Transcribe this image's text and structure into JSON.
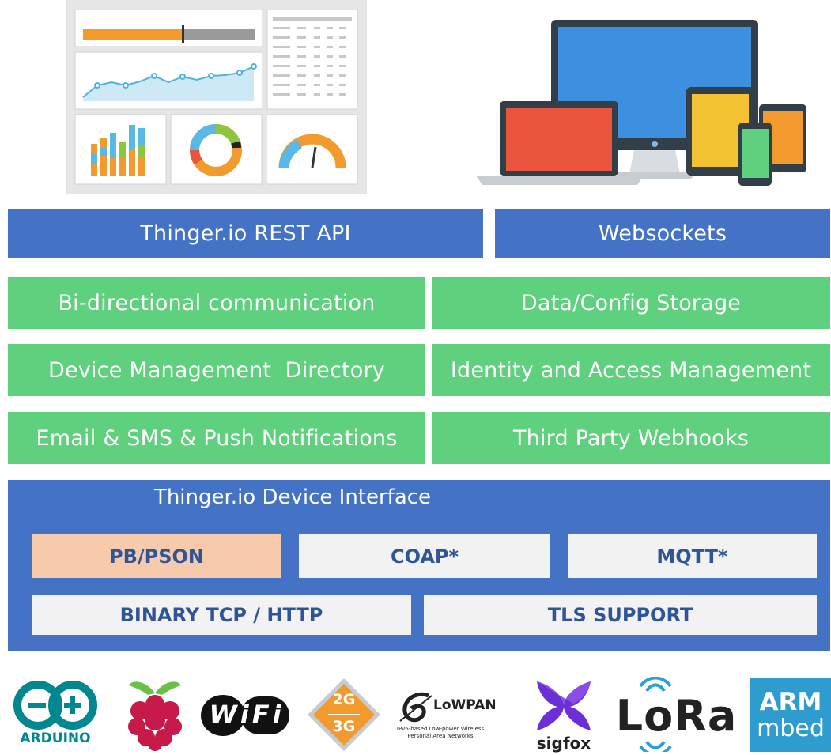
{
  "top": {
    "dashboard_icon": "dashboard-illustration",
    "devices_icon": "devices-illustration"
  },
  "apis": {
    "rest": "Thinger.io REST API",
    "websockets": "Websockets"
  },
  "services": {
    "bidirectional": "Bi-directional communication",
    "storage": "Data/Config Storage",
    "device_mgmt": "Device Management  Directory",
    "identity": "Identity and Access Management",
    "notifications": "Email & SMS & Push Notifications",
    "webhooks": "Third Party Webhooks"
  },
  "device_interface": {
    "title": "Thinger.io Device Interface",
    "pb_pson": "PB/PSON",
    "coap": "COAP*",
    "mqtt": "MQTT*",
    "binary": "BINARY TCP / HTTP",
    "tls": "TLS SUPPORT"
  },
  "logos": {
    "arduino": "ARDUINO",
    "raspberry": "raspberry-pi-logo",
    "wifi": "WiFi",
    "cellular_2g": "2G",
    "cellular_3g": "3G",
    "lowpan": "LoWPAN",
    "lowpan_sub": "IPv6-based Low-power Wireless Personal Area Networks",
    "sigfox": "sigfox",
    "lora": "LoRa",
    "arm": "ARM",
    "mbed": "mbed"
  },
  "colors": {
    "blue": "#4472c4",
    "green": "#5fd07d",
    "peach": "#f7caac",
    "label_blue": "#2f5597"
  }
}
